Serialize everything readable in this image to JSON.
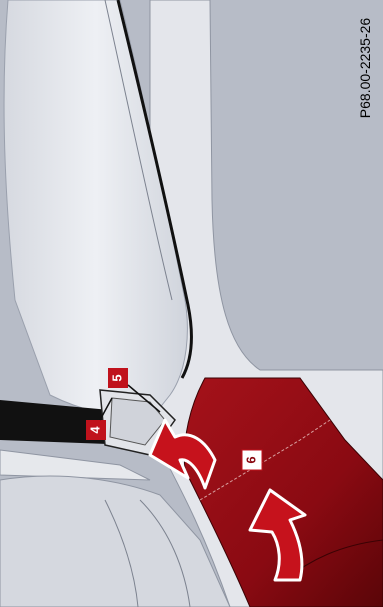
{
  "figure": {
    "reference_code": "P68.00-2235-26",
    "callouts": [
      {
        "id": "4",
        "label": "4"
      },
      {
        "id": "5",
        "label": "5"
      },
      {
        "id": "6",
        "label": "6"
      }
    ],
    "colors": {
      "background": "#b7bcc7",
      "car_body": "#e3e5ea",
      "panel_red": "#9b0c14",
      "callout_fill": "#c0121c",
      "outline": "#111111"
    }
  }
}
